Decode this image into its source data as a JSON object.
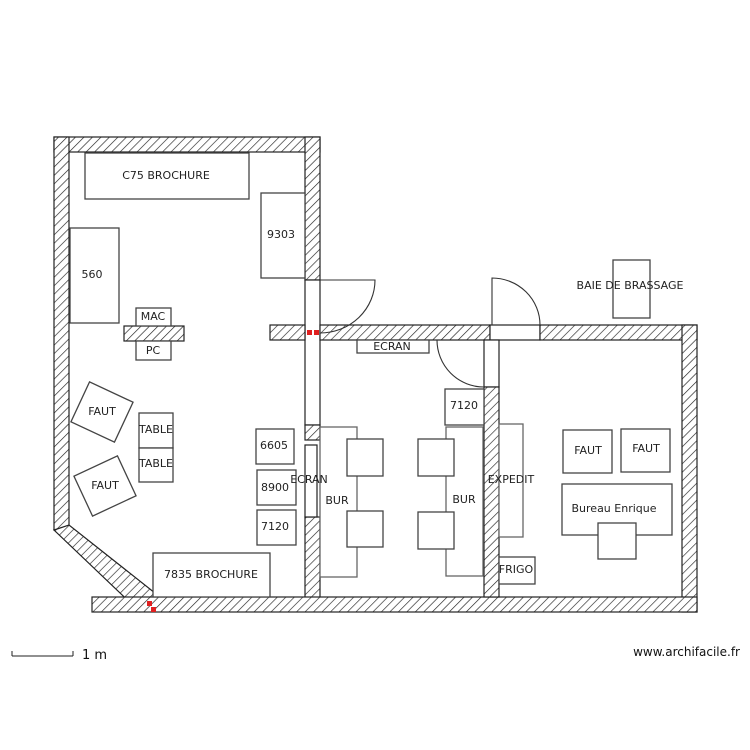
{
  "rooms": {
    "left": {
      "items": {
        "c75": "C75 BROCHURE",
        "n9303": "9303",
        "n560": "560",
        "mac": "MAC",
        "pc": "PC",
        "faut1": "FAUT",
        "faut2": "FAUT",
        "table1": "TABLE",
        "table2": "TABLE",
        "n6605": "6605",
        "n8900": "8900",
        "n7120": "7120",
        "n7835": "7835 BROCHURE"
      }
    },
    "middle": {
      "items": {
        "ecran_top": "ECRAN",
        "ecran_side": "ECRAN",
        "n7120": "7120",
        "bur1": "BUR",
        "bur2": "BUR"
      }
    },
    "right": {
      "items": {
        "expedit": "EXPEDIT",
        "frigo": "FRIGO",
        "faut1": "FAUT",
        "faut2": "FAUT",
        "bureau": "Bureau Enrique"
      }
    },
    "outside": {
      "baie": "BAIE DE BRASSAGE"
    }
  },
  "scale_label": "1 m",
  "watermark": "www.archifacile.fr",
  "colors": {
    "wall": "#222222",
    "marker": "#e02020"
  }
}
